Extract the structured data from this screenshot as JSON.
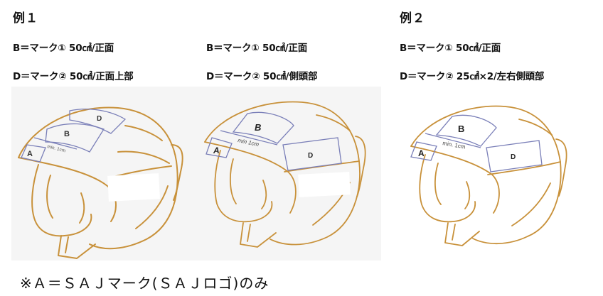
{
  "examples": [
    {
      "heading": "例１",
      "variants": [
        {
          "b_line": "B＝マーク① 50㎠/正面",
          "d_line": "D＝マーク② 50㎠/正面上部",
          "diagram": {
            "labels": {
              "a": "A",
              "b": "B",
              "d": "D",
              "spacing": "min. 1cm"
            },
            "d_position": "front-top"
          }
        },
        {
          "b_line": "B＝マーク① 50㎠/正面",
          "d_line": "D＝マーク② 50㎠/側頭部",
          "diagram": {
            "labels": {
              "a": "A",
              "b": "B",
              "d": "D",
              "spacing": "min 1cm"
            },
            "d_position": "side"
          }
        }
      ]
    },
    {
      "heading": "例２",
      "variants": [
        {
          "b_line": "B＝マーク① 50㎠/正面",
          "d_line": "D＝マーク② 25㎠×2/左右側頭部",
          "diagram": {
            "labels": {
              "a": "A",
              "b": "B",
              "d": "D",
              "spacing": "min. 1cm"
            },
            "d_position": "side"
          }
        }
      ]
    }
  ],
  "footnote": "※Ａ＝ＳＡＪマーク(ＳＡＪロゴ)のみ",
  "colors": {
    "helmet_outline": "#c8913a",
    "sticker_outline": "#7a7fb8",
    "panel_background": "#f5f5f5"
  }
}
